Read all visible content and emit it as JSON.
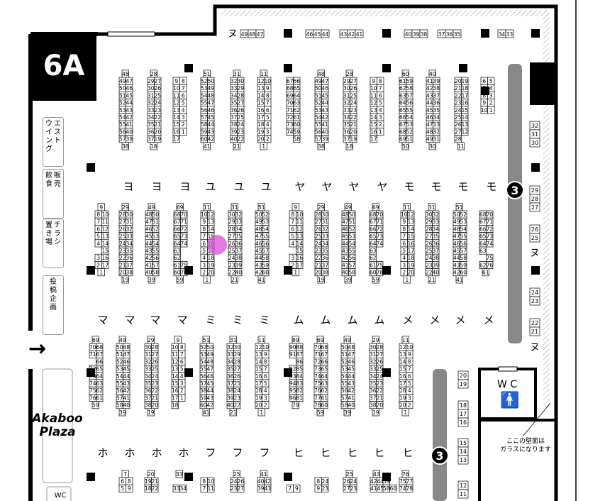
{
  "hall": {
    "name": "6A"
  },
  "plaza": {
    "line1": "Akaboo",
    "line2": "Plaza"
  },
  "arrow": "→",
  "wc": {
    "label": "W C"
  },
  "glass_note": {
    "line1": "ここの壁面は",
    "line2": "ガラスになります"
  },
  "exit_badges": [
    "3",
    "3"
  ],
  "side_labels": {
    "west_wing": [
      [
        "ウ",
        "イ",
        "ン",
        "グ"
      ],
      [
        "エ",
        "ス",
        "ト"
      ]
    ],
    "food": [
      [
        "飲",
        "食"
      ],
      [
        "販",
        "売"
      ]
    ],
    "flyer": [
      [
        "置",
        "き",
        "場"
      ],
      [
        "チ",
        "ラ",
        "シ"
      ]
    ],
    "post": [
      [
        "投",
        "稿",
        "企",
        "画"
      ]
    ]
  },
  "wc_small": "WC",
  "top_row": {
    "label": "ヌ",
    "group1": [
      "49",
      "48",
      "47"
    ],
    "group2": [
      "46",
      "45",
      "44",
      "43",
      "42",
      "41"
    ],
    "group3": [
      "40",
      "39",
      "38",
      "37",
      "36",
      "35"
    ],
    "group4": [
      "34",
      "33"
    ]
  },
  "right_column": {
    "a": [
      "32",
      "31",
      "30"
    ],
    "b": [
      "29",
      "28",
      "27"
    ],
    "c": [
      "26",
      "25"
    ],
    "label_mid": "ヌ",
    "d": [
      "24",
      "23"
    ],
    "e": [
      "22",
      "21"
    ],
    "label_bottom": "ヌ",
    "f": [
      "20",
      "19"
    ],
    "g": [
      "18",
      "17",
      "16"
    ],
    "h": [
      "15",
      "14",
      "13"
    ],
    "i": [
      "12",
      "11"
    ]
  },
  "row_labels": {
    "row1": [
      "ヨ",
      "ヨ",
      "ヨ",
      "ユ",
      "ユ",
      "ユ",
      "ヤ",
      "ヤ",
      "ヤ",
      "ヤ",
      "モ",
      "モ",
      "モ",
      "モ"
    ],
    "row2": [
      "マ",
      "マ",
      "マ",
      "マ",
      "ミ",
      "ミ",
      "ミ",
      "ム",
      "ム",
      "ム",
      "ム",
      "メ",
      "メ",
      "メ",
      "メ"
    ],
    "row3": [
      "ホ",
      "ホ",
      "ホ",
      "ホ",
      "フ",
      "フ",
      "フ",
      "ヒ",
      "ヒ",
      "ヒ",
      "ヒ",
      "ヒ"
    ]
  },
  "block_row1": [
    {
      "top": "48",
      "left": [
        "49",
        "50",
        "51",
        "52",
        "53",
        "54",
        "55",
        "56",
        "57"
      ],
      "right": [
        "47",
        "46",
        "45",
        "44",
        "43",
        "42",
        "41",
        "40",
        "39"
      ],
      "bottom": "38"
    },
    {
      "top": "28",
      "left": [
        "29",
        "30",
        "31",
        "32",
        "33",
        "34",
        "35",
        "36",
        "37"
      ],
      "right": [
        "27",
        "26",
        "25",
        "24",
        "23",
        "22",
        "21",
        "20",
        "19"
      ],
      "bottom": "18"
    },
    {
      "top": "",
      "left": [
        "9",
        "10",
        "11",
        "12",
        "13",
        "14",
        "15",
        "16",
        "17"
      ],
      "right": [
        "8",
        "7",
        "6",
        "5",
        "4",
        "3",
        "2",
        "1",
        ""
      ],
      "bottom": ""
    },
    {
      "top": "51",
      "left": [
        "52",
        "53",
        "54",
        "55",
        "56",
        "57",
        "58",
        "59",
        "60"
      ],
      "right": [
        "50",
        "49",
        "48",
        "47",
        "46",
        "45",
        "44",
        "43",
        "42"
      ],
      "bottom": "41"
    },
    {
      "top": "31",
      "left": [
        "32",
        "33",
        "34",
        "35",
        "36",
        "37",
        "38",
        "39",
        "40"
      ],
      "right": [
        "30",
        "29",
        "28",
        "27",
        "26",
        "25",
        "24",
        "23",
        "22"
      ],
      "bottom": "21"
    },
    {
      "top": "11",
      "left": [
        "12",
        "13",
        "14",
        "15",
        "16",
        "17",
        "18",
        "19",
        "20"
      ],
      "right": [
        "10",
        "9",
        "8",
        "7",
        "6",
        "5",
        "4",
        "3",
        "2"
      ],
      "bottom": "1"
    },
    {
      "top": "",
      "left": [
        "67",
        "68",
        "69",
        "70",
        "71",
        "72",
        "73",
        "74",
        ""
      ],
      "right": [
        "66",
        "65",
        "64",
        "63",
        "62",
        "61",
        "60",
        "59",
        "58"
      ],
      "bottom": ""
    },
    {
      "top": "48",
      "left": [
        "49",
        "50",
        "51",
        "52",
        "53",
        "54",
        "55",
        "56",
        "57"
      ],
      "right": [
        "47",
        "46",
        "45",
        "44",
        "43",
        "42",
        "41",
        "40",
        "39"
      ],
      "bottom": "38"
    },
    {
      "top": "28",
      "left": [
        "29",
        "30",
        "31",
        "32",
        "33",
        "34",
        "35",
        "36",
        "37"
      ],
      "right": [
        "27",
        "26",
        "25",
        "24",
        "23",
        "22",
        "21",
        "20",
        "19"
      ],
      "bottom": "18"
    },
    {
      "top": "",
      "left": [
        "9",
        "10",
        "11",
        "12",
        "13",
        "14",
        "15",
        "16",
        "17"
      ],
      "right": [
        "8",
        "7",
        "6",
        "5",
        "4",
        "3",
        "2",
        "1",
        ""
      ],
      "bottom": ""
    },
    {
      "top": "60",
      "left": [
        "61",
        "62",
        "63",
        "64",
        "65",
        "66",
        "67",
        "68",
        "69"
      ],
      "right": [
        "59",
        "58",
        "57",
        "56",
        "55",
        "54",
        "53",
        "52",
        "51"
      ],
      "bottom": "50"
    },
    {
      "top": "40",
      "left": [
        "41",
        "42",
        "43",
        "44",
        "45",
        "46",
        "47",
        "48",
        "49"
      ],
      "right": [
        "39",
        "38",
        "37",
        "36",
        "35",
        "34",
        "33",
        "32",
        "31"
      ],
      "bottom": "30"
    },
    {
      "top": "",
      "left": [
        "20",
        "21",
        "22",
        "23",
        "24",
        "25",
        "26",
        "27",
        "28"
      ],
      "right": [
        "19",
        "18",
        "17",
        "16",
        "15",
        "14",
        "13",
        "12",
        ""
      ],
      "bottom": "11"
    },
    {
      "top": "",
      "left": [
        "6",
        "7",
        "8",
        "9",
        "10"
      ],
      "right": [
        "5",
        "4",
        "3",
        "2",
        "1"
      ],
      "bottom": ""
    }
  ],
  "block_row2": [
    {
      "top": "9",
      "left": [
        "8",
        "7",
        "6",
        "5",
        "4",
        "",
        "3",
        "2"
      ],
      "right": [
        "10",
        "11",
        "12",
        "13",
        "14",
        "15",
        "16",
        "17",
        "18"
      ],
      "bottom": "1"
    },
    {
      "top": "29",
      "left": [
        "28",
        "27",
        "26",
        "25",
        "24",
        "23",
        "22",
        "21",
        "20"
      ],
      "right": [
        "30",
        "31",
        "32",
        "33",
        "34",
        "35",
        "36",
        "37",
        "38"
      ],
      "bottom": "19"
    },
    {
      "top": "49",
      "left": [
        "48",
        "47",
        "46",
        "45",
        "44",
        "43",
        "42",
        "41",
        "40"
      ],
      "right": [
        "50",
        "51",
        "52",
        "53",
        "54",
        "55",
        "56",
        "57",
        "58"
      ],
      "bottom": "39"
    },
    {
      "top": "69",
      "left": [
        "68",
        "67",
        "66",
        "65",
        "64",
        "63",
        "62",
        "61",
        "60"
      ],
      "right": [
        "70",
        "71",
        "72",
        "73",
        "74",
        "",
        "",
        "75",
        "76"
      ],
      "bottom": "59"
    },
    {
      "top": "11",
      "left": [
        "10",
        "9",
        "8",
        "7",
        "6",
        "5",
        "4",
        "3",
        "2"
      ],
      "right": [
        "12",
        "13",
        "14",
        "15",
        "16",
        "17",
        "18",
        "19",
        "20"
      ],
      "bottom": "1"
    },
    {
      "top": "31",
      "left": [
        "30",
        "29",
        "28",
        "27",
        "26",
        "25",
        "24",
        "23",
        "22"
      ],
      "right": [
        "32",
        "33",
        "34",
        "35",
        "36",
        "37",
        "38",
        "39",
        "40"
      ],
      "bottom": "21"
    },
    {
      "top": "51",
      "left": [
        "50",
        "49",
        "48",
        "47",
        "46",
        "45",
        "44",
        "43",
        "42"
      ],
      "right": [
        "52",
        "53",
        "54",
        "55",
        "56",
        "57",
        "58",
        "59",
        "60"
      ],
      "bottom": "41"
    },
    {
      "top": "9",
      "left": [
        "8",
        "7",
        "6",
        "5",
        "4",
        "",
        "3",
        "2"
      ],
      "right": [
        "10",
        "11",
        "12",
        "13",
        "14",
        "15",
        "16",
        "17",
        "18"
      ],
      "bottom": "1"
    },
    {
      "top": "29",
      "left": [
        "28",
        "27",
        "26",
        "25",
        "24",
        "23",
        "22",
        "21",
        "20"
      ],
      "right": [
        "30",
        "31",
        "32",
        "33",
        "34",
        "35",
        "36",
        "37",
        "38"
      ],
      "bottom": "19"
    },
    {
      "top": "49",
      "left": [
        "48",
        "47",
        "46",
        "45",
        "44",
        "43",
        "42",
        "41",
        "40"
      ],
      "right": [
        "50",
        "51",
        "52",
        "53",
        "54",
        "55",
        "56",
        "57",
        "58"
      ],
      "bottom": "39"
    },
    {
      "top": "69",
      "left": [
        "68",
        "67",
        "66",
        "65",
        "64",
        "63",
        "62",
        "61",
        "60"
      ],
      "right": [
        "70",
        "71",
        "72",
        "73",
        "74",
        "",
        "",
        "75",
        "76"
      ],
      "bottom": "59"
    },
    {
      "top": "11",
      "left": [
        "10",
        "9",
        "8",
        "7",
        "6",
        "5",
        "4",
        "3",
        "2"
      ],
      "right": [
        "12",
        "13",
        "14",
        "15",
        "16",
        "17",
        "18",
        "19",
        "20"
      ],
      "bottom": "1"
    },
    {
      "top": "31",
      "left": [
        "30",
        "29",
        "28",
        "27",
        "26",
        "25",
        "24",
        "23",
        "22"
      ],
      "right": [
        "32",
        "33",
        "34",
        "35",
        "36",
        "37",
        "38",
        "39",
        "40"
      ],
      "bottom": "21"
    },
    {
      "top": "51",
      "left": [
        "50",
        "49",
        "48",
        "47",
        "46",
        "45",
        "44",
        "43",
        "42"
      ],
      "right": [
        "52",
        "53",
        "54",
        "55",
        "56",
        "57",
        "58",
        "59",
        "60"
      ],
      "bottom": "41"
    },
    {
      "top": "",
      "left": [
        "68",
        "67",
        "66",
        "65",
        "64",
        "63",
        "",
        "62"
      ],
      "right": [
        "70",
        "71",
        "72",
        "73",
        "74",
        "",
        "75",
        "76"
      ],
      "bottom": "61"
    }
  ],
  "block_row3": [
    {
      "top": "69",
      "left": [
        "70",
        "71",
        "",
        "72",
        "73",
        "74",
        "75",
        "76"
      ],
      "right": [
        "68",
        "67",
        "66",
        "65",
        "64",
        "63",
        "62",
        "61",
        "60"
      ],
      "bottom": "59"
    },
    {
      "top": "49",
      "left": [
        "50",
        "51",
        "52",
        "53",
        "54",
        "55",
        "56",
        "57",
        "58"
      ],
      "right": [
        "48",
        "47",
        "46",
        "45",
        "44",
        "43",
        "42",
        "41",
        "40"
      ],
      "bottom": "39"
    },
    {
      "top": "29",
      "left": [
        "30",
        "31",
        "32",
        "33",
        "34",
        "35",
        "36",
        "37",
        "38"
      ],
      "right": [
        "28",
        "27",
        "26",
        "25",
        "24",
        "23",
        "22",
        "21",
        "20"
      ],
      "bottom": "19"
    },
    {
      "top": "9",
      "left": [
        "10",
        "11",
        "12",
        "13",
        "14",
        "15",
        "16",
        "17",
        "18"
      ],
      "right": [
        "8",
        "7",
        "6",
        "5",
        "4",
        "3",
        "2",
        "1",
        ""
      ],
      "bottom": ""
    },
    {
      "top": "51",
      "left": [
        "52",
        "53",
        "54",
        "55",
        "56",
        "57",
        "58",
        "59",
        "60"
      ],
      "right": [
        "50",
        "49",
        "48",
        "47",
        "46",
        "45",
        "44",
        "43",
        "42"
      ],
      "bottom": "41"
    },
    {
      "top": "31",
      "left": [
        "32",
        "33",
        "34",
        "35",
        "36",
        "37",
        "38",
        "39",
        "40"
      ],
      "right": [
        "30",
        "29",
        "28",
        "27",
        "26",
        "25",
        "24",
        "23",
        "22"
      ],
      "bottom": "21"
    },
    {
      "top": "11",
      "left": [
        "12",
        "13",
        "14",
        "15",
        "16",
        "17",
        "18",
        "19",
        "20"
      ],
      "right": [
        "10",
        "9",
        "8",
        "7",
        "6",
        "5",
        "4",
        "3",
        "2"
      ],
      "bottom": "1"
    },
    {
      "top": "89",
      "left": [
        "90",
        "91",
        "",
        "92",
        "93",
        "94",
        "95",
        "96"
      ],
      "right": [
        "88",
        "87",
        "86",
        "85",
        "84",
        "83",
        "82",
        "81",
        "80"
      ],
      "bottom": "79"
    },
    {
      "top": "69",
      "left": [
        "70",
        "71",
        "72",
        "73",
        "74",
        "75",
        "76",
        "77",
        "78"
      ],
      "right": [
        "68",
        "67",
        "66",
        "65",
        "64",
        "63",
        "62",
        "61",
        "60"
      ],
      "bottom": "59"
    },
    {
      "top": "49",
      "left": [
        "50",
        "51",
        "52",
        "53",
        "54",
        "55",
        "56",
        "57",
        "58"
      ],
      "right": [
        "48",
        "47",
        "46",
        "45",
        "44",
        "43",
        "42",
        "41",
        "40"
      ],
      "bottom": "39"
    },
    {
      "top": "29",
      "left": [
        "30",
        "31",
        "32",
        "33",
        "34",
        "35",
        "36",
        "37",
        "38"
      ],
      "right": [
        "28",
        "27",
        "26",
        "25",
        "24",
        "23",
        "22",
        "21",
        "20"
      ],
      "bottom": "19"
    },
    {
      "top": "11",
      "left": [
        "12",
        "13",
        "14",
        "15",
        "16",
        "17",
        "18",
        "19",
        "20"
      ],
      "right": [
        "10",
        "9",
        "8",
        "7",
        "6",
        "5",
        "4",
        "3",
        "2"
      ],
      "bottom": "1"
    }
  ],
  "block_row4": [
    {
      "top": "7",
      "left": [
        "6",
        "5"
      ],
      "right": [
        "8",
        "9"
      ],
      "bottom": ""
    },
    {
      "top": "20",
      "left": [
        "19",
        "18"
      ],
      "right": [
        "21",
        "22"
      ],
      "bottom": ""
    },
    {
      "top": "33",
      "left": [
        "",
        "33"
      ],
      "right": [
        "",
        "34"
      ],
      "bottom": ""
    },
    {
      "top": "",
      "left": [
        "8",
        "7"
      ],
      "right": [
        "10",
        "11"
      ],
      "bottom": ""
    },
    {
      "top": "25",
      "left": [
        "24",
        "23"
      ],
      "right": [
        "26",
        "27"
      ],
      "bottom": ""
    },
    {
      "top": "41",
      "left": [
        "40",
        "39"
      ],
      "right": [
        "42",
        "43"
      ],
      "bottom": ""
    },
    {
      "top": "",
      "left": [
        "",
        "7"
      ],
      "right": [
        "",
        "9"
      ],
      "bottom": ""
    },
    {
      "top": "",
      "left": [
        "8",
        "9"
      ],
      "right": [
        "24",
        "23"
      ],
      "bottom": ""
    },
    {
      "top": "25",
      "left": [
        "26",
        "27"
      ],
      "right": [
        "24",
        "23"
      ],
      "bottom": ""
    },
    {
      "top": "43",
      "left": [
        "42",
        "41"
      ],
      "right": [
        "44",
        "45"
      ],
      "bottom": ""
    },
    {
      "top": "",
      "left": [
        "59",
        "58"
      ],
      "right": [
        "",
        "60"
      ],
      "bottom": ""
    },
    {
      "top": "76",
      "left": [
        "75",
        "74"
      ],
      "right": [
        "77",
        "78"
      ],
      "bottom": ""
    }
  ],
  "colors": {
    "highlight": "#d94fd4",
    "gray_bar": "#888888",
    "wall": "#000000"
  }
}
